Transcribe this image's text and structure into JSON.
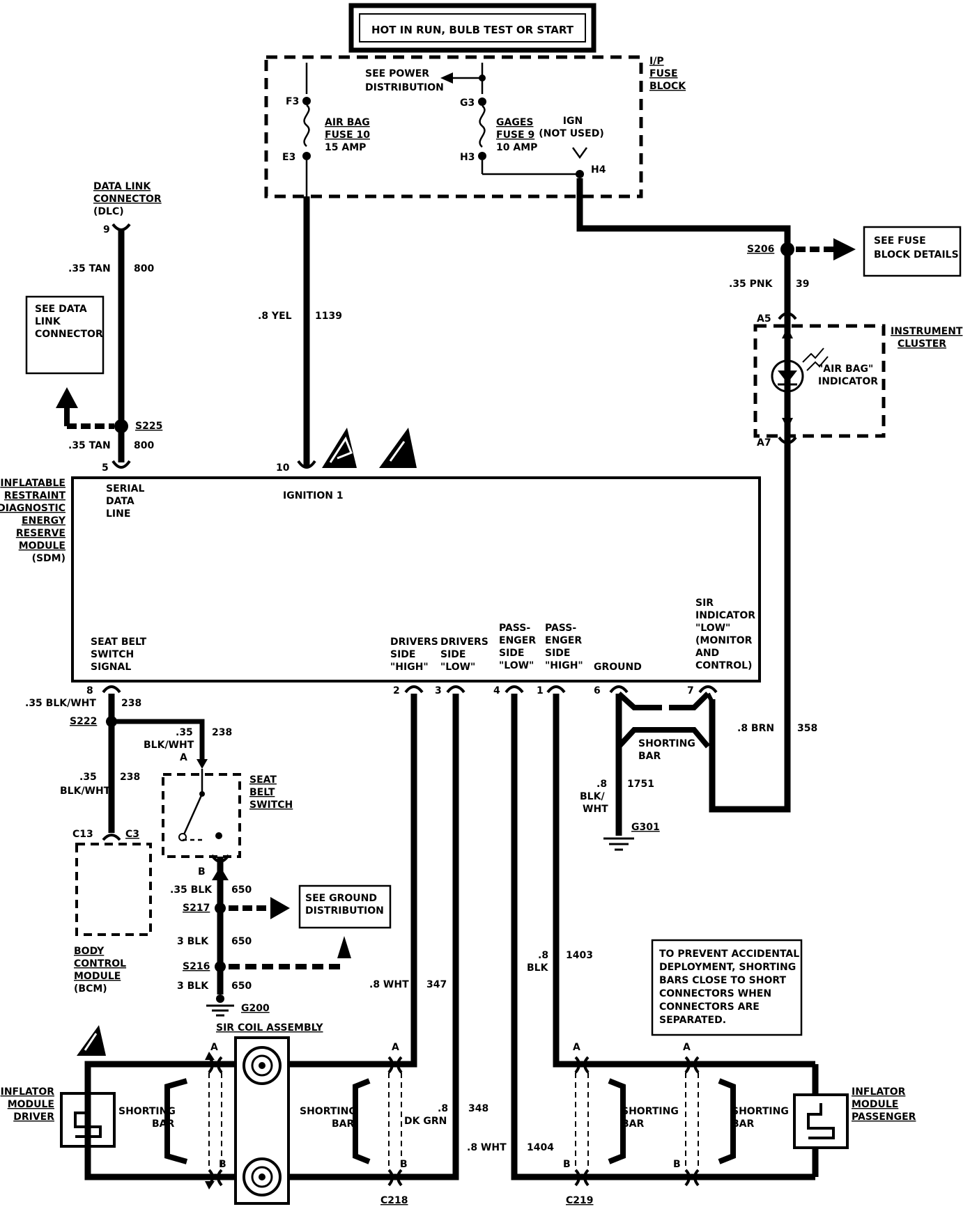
{
  "title": "HOT IN RUN, BULB TEST OR START",
  "fuse_block": {
    "name": [
      "I/P",
      "FUSE",
      "BLOCK"
    ],
    "see_power": [
      "SEE POWER",
      "DISTRIBUTION"
    ],
    "pins": {
      "f3": "F3",
      "e3": "E3",
      "g3": "G3",
      "h3": "H3",
      "h4": "H4"
    },
    "airbag_fuse": [
      "AIR BAG",
      "FUSE 10",
      "15 AMP"
    ],
    "gages_fuse": [
      "GAGES",
      "FUSE 9",
      "10 AMP"
    ],
    "ign": [
      "IGN",
      "(NOT USED)"
    ]
  },
  "dlc": {
    "name": [
      "DATA LINK",
      "CONNECTOR",
      "(DLC)"
    ],
    "pin": "9",
    "see": [
      "SEE DATA",
      "LINK",
      "CONNECTOR"
    ],
    "wire_top": {
      "gauge": ".35 TAN",
      "circuit": "800"
    },
    "splice": "S225",
    "wire_bottom": {
      "gauge": ".35 TAN",
      "circuit": "800"
    }
  },
  "yel_wire": {
    "gauge": ".8 YEL",
    "circuit": "1139"
  },
  "s206": {
    "name": "S206",
    "see": [
      "SEE FUSE",
      "BLOCK DETAILS"
    ],
    "wire": {
      "gauge": ".35 PNK",
      "circuit": "39"
    }
  },
  "cluster": {
    "name": [
      "INSTRUMENT",
      "CLUSTER"
    ],
    "pin_top": "A5",
    "pin_bottom": "A7",
    "indicator": [
      "\"AIR BAG\"",
      "INDICATOR"
    ]
  },
  "sdm": {
    "name": [
      "INFLATABLE",
      "RESTRAINT",
      "DIAGNOSTIC",
      "ENERGY",
      "RESERVE",
      "MODULE",
      "(SDM)"
    ],
    "pin5": "5",
    "pin10": "10",
    "serial": [
      "SERIAL",
      "DATA",
      "LINE"
    ],
    "ignition": "IGNITION 1",
    "seatbelt": [
      "SEAT BELT",
      "SWITCH",
      "SIGNAL"
    ],
    "drv_high": [
      "DRIVERS",
      "SIDE",
      "\"HIGH\""
    ],
    "drv_low": [
      "DRIVERS",
      "SIDE",
      "\"LOW\""
    ],
    "pass_low": [
      "PASS-",
      "ENGER",
      "SIDE",
      "\"LOW\""
    ],
    "pass_high": [
      "PASS-",
      "ENGER",
      "SIDE",
      "\"HIGH\""
    ],
    "ground": "GROUND",
    "sir_ind": [
      "SIR",
      "INDICATOR",
      "\"LOW\"",
      "(MONITOR",
      "AND",
      "CONTROL)"
    ],
    "pins_bottom": {
      "p8": "8",
      "p2": "2",
      "p3": "3",
      "p4": "4",
      "p1": "1",
      "p6": "6",
      "p7": "7"
    }
  },
  "seatbelt": {
    "wire1": {
      "gauge": ".35 BLK/WHT",
      "circuit": "238"
    },
    "splice": "S222",
    "wire2": {
      "gauge": [
        ".35",
        "BLK/WHT"
      ],
      "circuit": "238"
    },
    "wire3": {
      "gauge": [
        ".35",
        "BLK/WHT"
      ],
      "circuit": "238"
    },
    "switch": [
      "SEAT",
      "BELT",
      "SWITCH"
    ],
    "pin_a": "A",
    "pin_b": "B",
    "bcm_pin": "C13",
    "bcm_conn": "C3",
    "bcm": [
      "BODY",
      "CONTROL",
      "MODULE",
      "(BCM)"
    ]
  },
  "ground_chain": {
    "w1": {
      "gauge": ".35 BLK",
      "circuit": "650"
    },
    "s217": "S217",
    "see": [
      "SEE GROUND",
      "DISTRIBUTION"
    ],
    "w2": {
      "gauge": "3 BLK",
      "circuit": "650"
    },
    "s216": "S216",
    "w3": {
      "gauge": "3 BLK",
      "circuit": "650"
    },
    "g200": "G200"
  },
  "sdm_ground": {
    "shorting": [
      "SHORTING",
      "BAR"
    ],
    "gauge": [
      ".8",
      "BLK/",
      "WHT"
    ],
    "circuit": "1751",
    "g301": "G301"
  },
  "brn_wire": {
    "gauge": ".8 BRN",
    "circuit": "358"
  },
  "wires": {
    "w347": {
      "gauge": ".8 WHT",
      "circuit": "347"
    },
    "w348": {
      "gauge": [
        ".8",
        "DK GRN"
      ],
      "circuit": "348"
    },
    "w1404": {
      "gauge": ".8 WHT",
      "circuit": "1404"
    },
    "w1403": {
      "gauge": [
        ".8",
        "BLK"
      ],
      "circuit": "1403"
    }
  },
  "note": [
    "TO PREVENT ACCIDENTAL",
    "DEPLOYMENT, SHORTING",
    "BARS CLOSE TO SHORT",
    "CONNECTORS WHEN",
    "CONNECTORS ARE",
    "SEPARATED."
  ],
  "sir_coil": "SIR COIL ASSEMBLY",
  "inflator_driver": [
    "INFLATOR",
    "MODULE",
    "DRIVER"
  ],
  "inflator_passenger": [
    "INFLATOR",
    "MODULE",
    "PASSENGER"
  ],
  "shorting_bar": [
    "SHORTING",
    "BAR"
  ],
  "connectors": {
    "c218": "C218",
    "c219": "C219",
    "a": "A",
    "b": "B"
  }
}
